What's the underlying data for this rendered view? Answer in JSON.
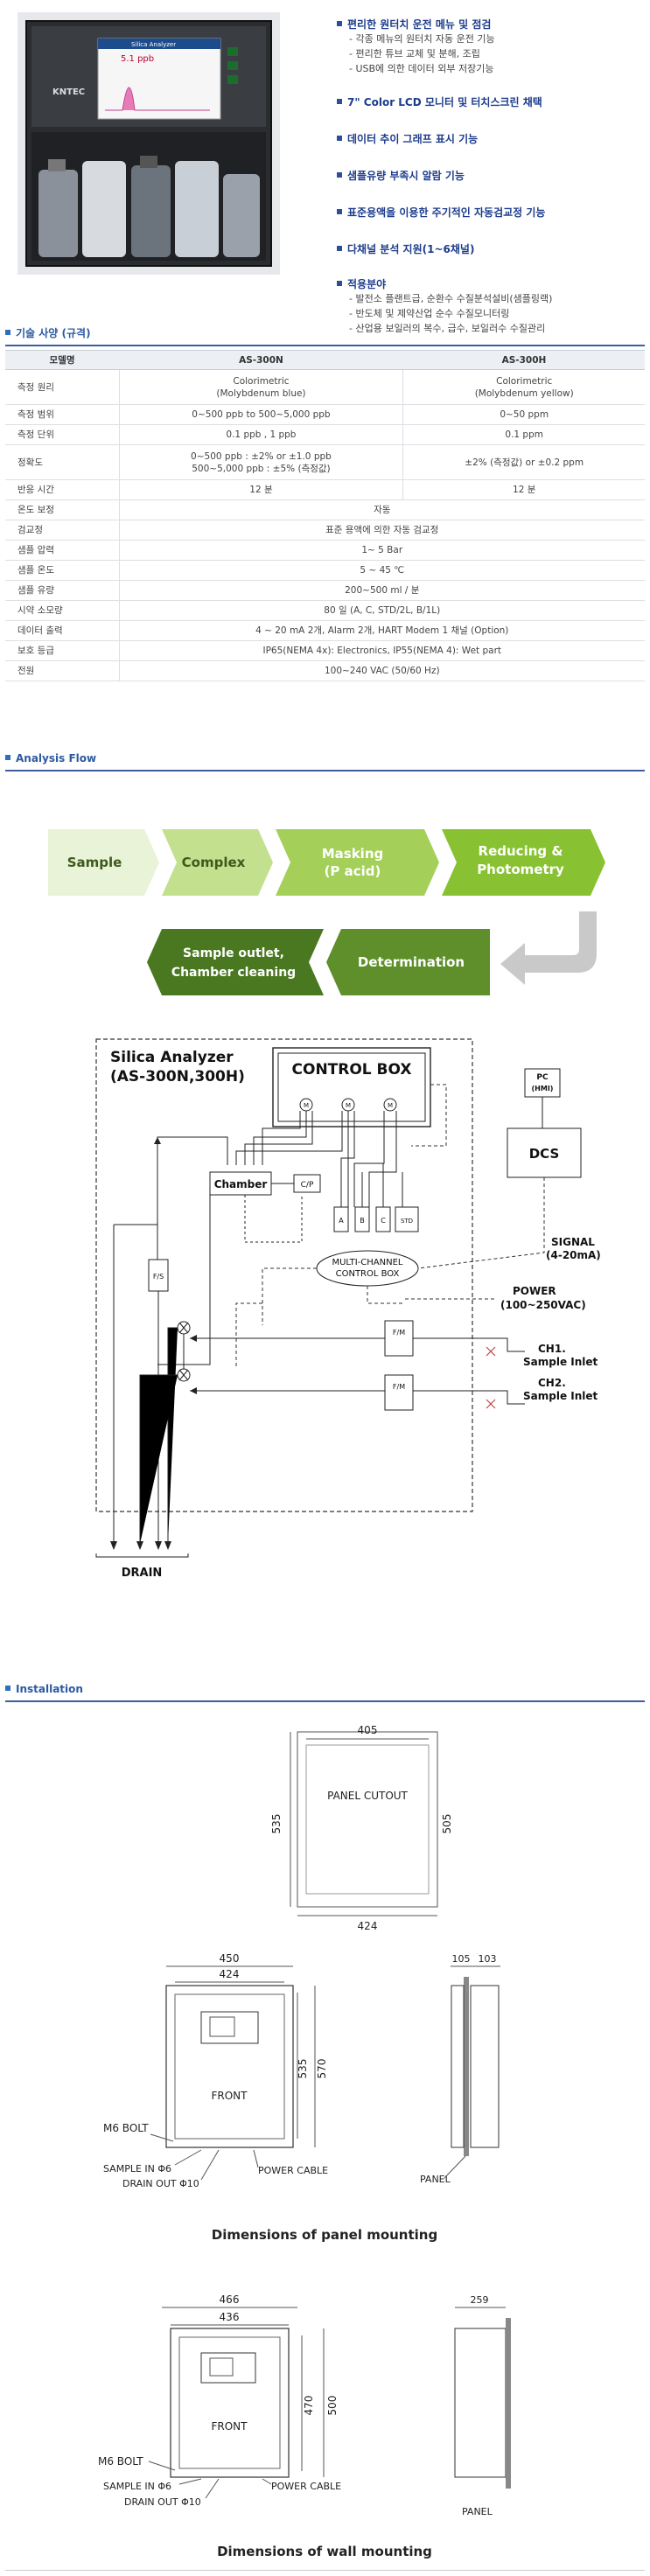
{
  "product": {
    "brand": "KNTEC",
    "screen_title": "Silica Analyzer",
    "screen_value": "5.1 ppb"
  },
  "features": [
    {
      "title": "편리한 원터치 운전 메뉴 및 점검",
      "subs": [
        "- 각종 메뉴의 원터치 자동 운전 기능",
        "- 편리한 튜브 교체 및 분해, 조립",
        "- USB에 의한 데이터 외부 저장기능"
      ]
    },
    {
      "title": "7\" Color LCD 모니터 및 터치스크린 채택",
      "subs": []
    },
    {
      "title": "데이터 추이 그래프 표시 기능",
      "subs": []
    },
    {
      "title": "샘플유량 부족시 알람 기능",
      "subs": []
    },
    {
      "title": "표준용액을 이용한 주기적인 자동검교정 기능",
      "subs": []
    },
    {
      "title": "다채널 분석 지원(1~6채널)",
      "subs": []
    },
    {
      "title": "적용분야",
      "subs": [
        "- 발전소 플랜트급, 순환수 수질분석설비(샘플링랙)",
        "- 반도체 및 제약산업 순수 수질모니터링",
        "- 산업용 보일러의 복수, 급수, 보일러수 수질관리"
      ]
    }
  ],
  "spec_header": "기술 사양 (규격)",
  "spec": {
    "headers": [
      "모델명",
      "AS-300N",
      "AS-300H"
    ],
    "rows": [
      {
        "label": "측정 원리",
        "n": "Colorimetric\n(Molybdenum blue)",
        "h": "Colorimetric\n(Molybdenum yellow)",
        "tall": true
      },
      {
        "label": "측정 범위",
        "n": "0~500 ppb to 500~5,000 ppb",
        "h": "0~50 ppm"
      },
      {
        "label": "측정 단위",
        "n": "0.1 ppb , 1 ppb",
        "h": "0.1 ppm"
      },
      {
        "label": "정확도",
        "n": "0~500 ppb : ±2% or ±1.0 ppb\n500~5,000 ppb : ±5% (측정값)",
        "h": "±2% (측정값) or ±0.2 ppm",
        "tall": true
      },
      {
        "label": "반응 시간",
        "n": "12 분",
        "h": "12 분"
      },
      {
        "label": "온도 보정",
        "all": "자동"
      },
      {
        "label": "검교정",
        "all": "표준 용액에 의한 자동 검교정"
      },
      {
        "label": "샘플 압력",
        "all": "1~ 5 Bar"
      },
      {
        "label": "샘플 온도",
        "all": "5 ~ 45 ℃"
      },
      {
        "label": "샘플 유량",
        "all": "200~500 ml / 분"
      },
      {
        "label": "시약 소모량",
        "all": "80 일 (A, C, STD/2L, B/1L)"
      },
      {
        "label": "데이터 출력",
        "all": "4 ~ 20 mA 2개, Alarm 2개, HART Modem 1 채널 (Option)"
      },
      {
        "label": "보호 등급",
        "all": "IP65(NEMA 4x): Electronics, IP55(NEMA 4): Wet part"
      },
      {
        "label": "전원",
        "all": "100~240 VAC (50/60 Hz)"
      }
    ]
  },
  "flow_header": "Analysis Flow",
  "flow": {
    "steps": [
      {
        "label": "Sample",
        "color": "#e8f3d8",
        "text_color": "#3d5a1c"
      },
      {
        "label": "Complex",
        "color": "#c2e08e",
        "text_color": "#3d5a1c"
      },
      {
        "label1": "Masking",
        "label2": "(P acid)",
        "color": "#a4d05a",
        "text_color": "#ffffff"
      },
      {
        "label1": "Reducing &",
        "label2": "Photometry",
        "color": "#88c232",
        "text_color": "#ffffff"
      },
      {
        "label": "Determination",
        "color": "#5e8f2a",
        "text_color": "#ffffff"
      },
      {
        "label1": "Sample outlet,",
        "label2": "Chamber cleaning",
        "color": "#4a7820",
        "text_color": "#ffffff"
      }
    ]
  },
  "diagram": {
    "title1": "Silica Analyzer",
    "title2": "(AS-300N,300H)",
    "control_box": "CONTROL BOX",
    "pc": "PC",
    "hmi": "(HMI)",
    "dcs": "DCS",
    "chamber": "Chamber",
    "cp": "C/P",
    "fs": "F/S",
    "reagents": [
      "A",
      "B",
      "C",
      "STD"
    ],
    "multi1": "MULTI-CHANNEL",
    "multi2": "CONTROL BOX",
    "signal1": "SIGNAL",
    "signal2": "(4-20mA)",
    "power1": "POWER",
    "power2": "(100~250VAC)",
    "fm": "F/M",
    "ch1a": "CH1.",
    "ch1b": "Sample Inlet",
    "ch2a": "CH2.",
    "ch2b": "Sample Inlet",
    "drain": "DRAIN",
    "motor": "M"
  },
  "install_header": "Installation",
  "install": {
    "cutout_label": "PANEL CUTOUT",
    "cutout_w": "405",
    "cutout_h_outer": "535",
    "cutout_h_inner": "505",
    "cutout_bottom": "424",
    "panel_w1": "450",
    "panel_w2": "424",
    "panel_h1": "535",
    "panel_h2": "570",
    "panel_side_w1": "105",
    "panel_side_w2": "103",
    "front": "FRONT",
    "m6": "M6 BOLT",
    "sample_in": "SAMPLE IN Φ6",
    "drain_out": "DRAIN OUT Φ10",
    "power_cable": "POWER CABLE",
    "panel": "PANEL",
    "panel_caption": "Dimensions of panel mounting",
    "wall_w1": "466",
    "wall_w2": "436",
    "wall_h1": "470",
    "wall_h2": "500",
    "wall_side_w": "259",
    "wall_caption": "Dimensions of wall mounting"
  }
}
